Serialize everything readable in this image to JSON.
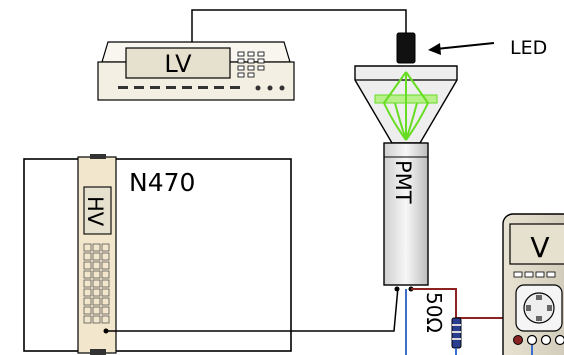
{
  "labels": {
    "lv": "LV",
    "led": "LED",
    "n470": "N470",
    "hv": "HV",
    "pmt": "PMT",
    "voltmeter": "V",
    "resistor": "50Ω"
  },
  "colors": {
    "outline": "#000000",
    "instrument_face": "#f3efe2",
    "display_bg": "#e6e0cf",
    "hv_panel": "#f2e6cc",
    "pmt_body": "#efefef",
    "led_light": "#66dd22",
    "resistor_body": "#2a3d8f",
    "wire_signal": "#8b2323",
    "wire_ground": "#3a6fd0"
  }
}
